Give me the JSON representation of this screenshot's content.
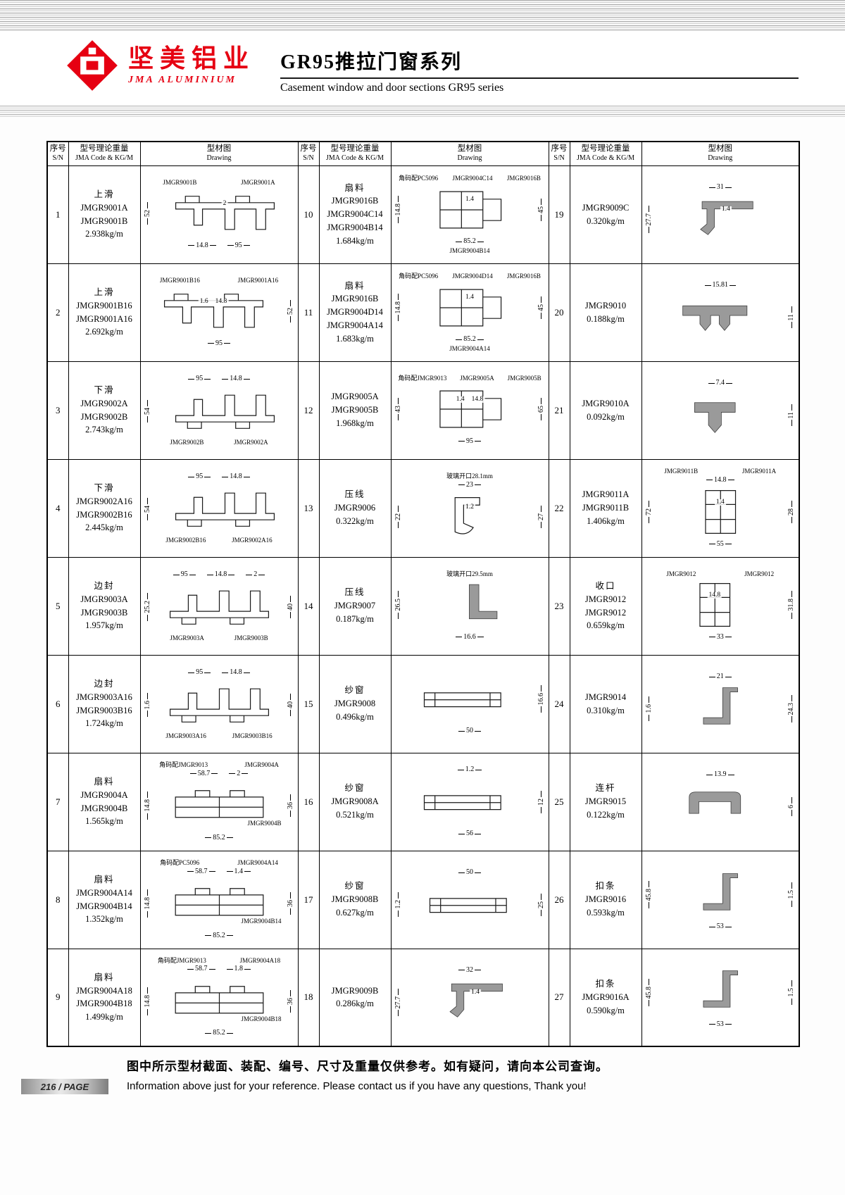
{
  "header": {
    "logo_cn": "坚美铝业",
    "logo_en": "JMA ALUMINIUM",
    "title": "GR95推拉门窗系列",
    "subtitle": "Casement window and door sections GR95 series"
  },
  "table": {
    "headers": {
      "sn_cn": "序号",
      "sn_en": "S/N",
      "code_cn": "型号理论重量",
      "code_en": "JMA Code & KG/M",
      "drawing_cn": "型材图",
      "drawing_en": "Drawing"
    },
    "items": [
      {
        "sn": "1",
        "type": "上滑",
        "codes": [
          "JMGR9001A",
          "JMGR9001B"
        ],
        "weight": "2.938kg/m",
        "shape": "track",
        "top_labels": [
          "JMGR9001B",
          "JMGR9001A"
        ],
        "inner_dims": [
          "2"
        ],
        "left_dims": [
          "52"
        ],
        "bottom_dims": [
          "14.8",
          "95"
        ]
      },
      {
        "sn": "2",
        "type": "上滑",
        "codes": [
          "JMGR9001B16",
          "JMGR9001A16"
        ],
        "weight": "2.692kg/m",
        "shape": "track",
        "top_labels": [
          "JMGR9001B16",
          "JMGR9001A16"
        ],
        "inner_dims": [
          "1.6",
          "14.8"
        ],
        "right_dims": [
          "52"
        ],
        "bottom_dims": [
          "95"
        ]
      },
      {
        "sn": "3",
        "type": "下滑",
        "codes": [
          "JMGR9002A",
          "JMGR9002B"
        ],
        "weight": "2.743kg/m",
        "shape": "track2",
        "top_dims": [
          "95",
          "14.8"
        ],
        "left_dims": [
          "54"
        ],
        "bottom_labels": [
          "JMGR9002B",
          "JMGR9002A"
        ]
      },
      {
        "sn": "4",
        "type": "下滑",
        "codes": [
          "JMGR9002A16",
          "JMGR9002B16"
        ],
        "weight": "2.445kg/m",
        "shape": "track2",
        "top_dims": [
          "95",
          "14.8"
        ],
        "left_dims": [
          "54"
        ],
        "bottom_labels": [
          "JMGR9002B16",
          "JMGR9002A16"
        ]
      },
      {
        "sn": "5",
        "type": "边封",
        "codes": [
          "JMGR9003A",
          "JMGR9003B"
        ],
        "weight": "1.957kg/m",
        "shape": "track2",
        "top_dims": [
          "95",
          "14.8",
          "2"
        ],
        "left_dims": [
          "25.2"
        ],
        "right_dims": [
          "40"
        ],
        "bottom_labels": [
          "JMGR9003A",
          "JMGR9003B"
        ]
      },
      {
        "sn": "6",
        "type": "边封",
        "codes": [
          "JMGR9003A16",
          "JMGR9003B16"
        ],
        "weight": "1.724kg/m",
        "shape": "track2",
        "top_dims": [
          "95",
          "14.8"
        ],
        "left_dims": [
          "1.6"
        ],
        "right_dims": [
          "40"
        ],
        "bottom_labels": [
          "JMGR9003A16",
          "JMGR9003B16"
        ]
      },
      {
        "sn": "7",
        "type": "扇料",
        "codes": [
          "JMGR9004A",
          "JMGR9004B"
        ],
        "weight": "1.565kg/m",
        "shape": "sash",
        "top_labels": [
          "角码配JMGR9013",
          "JMGR9004A"
        ],
        "top_dims": [
          "58.7",
          "2"
        ],
        "left_dims": [
          "14.8"
        ],
        "right_dims": [
          "36"
        ],
        "inner_labels": [
          "JMGR9004B"
        ],
        "bottom_dims": [
          "85.2"
        ]
      },
      {
        "sn": "8",
        "type": "扇料",
        "codes": [
          "JMGR9004A14",
          "JMGR9004B14"
        ],
        "weight": "1.352kg/m",
        "shape": "sash",
        "top_labels": [
          "角码配PC5096",
          "JMGR9004A14"
        ],
        "top_dims": [
          "58.7",
          "1.4"
        ],
        "left_dims": [
          "14.8"
        ],
        "right_dims": [
          "36"
        ],
        "inner_labels": [
          "JMGR9004B14"
        ],
        "bottom_dims": [
          "85.2"
        ]
      },
      {
        "sn": "9",
        "type": "扇料",
        "codes": [
          "JMGR9004A18",
          "JMGR9004B18"
        ],
        "weight": "1.499kg/m",
        "shape": "sash",
        "top_labels": [
          "角码配JMGR9013",
          "JMGR9004A18"
        ],
        "top_dims": [
          "58.7",
          "1.8"
        ],
        "left_dims": [
          "14.8"
        ],
        "right_dims": [
          "36"
        ],
        "inner_labels": [
          "JMGR9004B18"
        ],
        "bottom_dims": [
          "85.2"
        ]
      },
      {
        "sn": "10",
        "type": "扇料",
        "codes": [
          "JMGR9016B",
          "JMGR9004C14",
          "JMGR9004B14"
        ],
        "weight": "1.684kg/m",
        "shape": "sash2",
        "top_labels": [
          "角码配PC5096",
          "JMGR9004C14",
          "JMGR9016B"
        ],
        "inner_dims": [
          "1.4"
        ],
        "left_dims": [
          "14.8"
        ],
        "right_dims": [
          "45"
        ],
        "bottom_dims": [
          "85.2"
        ],
        "bottom_labels": [
          "JMGR9004B14"
        ]
      },
      {
        "sn": "11",
        "type": "扇料",
        "codes": [
          "JMGR9016B",
          "JMGR9004D14",
          "JMGR9004A14"
        ],
        "weight": "1.683kg/m",
        "shape": "sash2",
        "top_labels": [
          "角码配PC5096",
          "JMGR9004D14",
          "JMGR9016B"
        ],
        "inner_dims": [
          "1.4"
        ],
        "left_dims": [
          "14.8"
        ],
        "right_dims": [
          "45"
        ],
        "bottom_dims": [
          "85.2"
        ],
        "bottom_labels": [
          "JMGR9004A14"
        ]
      },
      {
        "sn": "12",
        "codes": [
          "JMGR9005A",
          "JMGR9005B"
        ],
        "weight": "1.968kg/m",
        "shape": "sash2",
        "top_labels": [
          "角码配JMGR9013",
          "JMGR9005A",
          "JMGR9005B"
        ],
        "left_dims": [
          "43"
        ],
        "inner_dims": [
          "1.4",
          "14.8"
        ],
        "right_dims": [
          "65"
        ],
        "bottom_dims": [
          "95"
        ]
      },
      {
        "sn": "13",
        "type": "压线",
        "codes": [
          "JMGR9006"
        ],
        "weight": "0.322kg/m",
        "shape": "bead",
        "top_labels": [
          "玻璃开口28.1mm"
        ],
        "top_dims": [
          "23"
        ],
        "left_dims": [
          "22"
        ],
        "right_dims": [
          "27"
        ],
        "inner_dims": [
          "1.2"
        ]
      },
      {
        "sn": "14",
        "type": "压线",
        "codes": [
          "JMGR9007"
        ],
        "weight": "0.187kg/m",
        "shape": "angle",
        "top_labels": [
          "玻璃开口29.5mm"
        ],
        "left_dims": [
          "26.5"
        ],
        "bottom_dims": [
          "16.6"
        ]
      },
      {
        "sn": "15",
        "type": "纱窗",
        "codes": [
          "JMGR9008"
        ],
        "weight": "0.496kg/m",
        "shape": "screen",
        "right_dims": [
          "16.6"
        ],
        "bottom_dims": [
          "50"
        ]
      },
      {
        "sn": "16",
        "type": "纱窗",
        "codes": [
          "JMGR9008A"
        ],
        "weight": "0.521kg/m",
        "shape": "screen",
        "top_dims": [
          "1.2"
        ],
        "right_dims": [
          "12"
        ],
        "bottom_dims": [
          "56"
        ]
      },
      {
        "sn": "17",
        "type": "纱窗",
        "codes": [
          "JMGR9008B"
        ],
        "weight": "0.627kg/m",
        "shape": "screen",
        "top_dims": [
          "50"
        ],
        "left_dims": [
          "1.2"
        ],
        "right_dims": [
          "25"
        ]
      },
      {
        "sn": "18",
        "codes": [
          "JMGR9009B"
        ],
        "weight": "0.286kg/m",
        "shape": "hook",
        "top_dims": [
          "32"
        ],
        "inner_dims": [
          "1.4"
        ],
        "left_dims": [
          "27.7"
        ]
      },
      {
        "sn": "19",
        "codes": [
          "JMGR9009C"
        ],
        "weight": "0.320kg/m",
        "shape": "hook",
        "top_dims": [
          "31"
        ],
        "inner_dims": [
          "1.4"
        ],
        "left_dims": [
          "27.7"
        ]
      },
      {
        "sn": "20",
        "codes": [
          "JMGR9010"
        ],
        "weight": "0.188kg/m",
        "shape": "prong",
        "top_dims": [
          "15.81"
        ],
        "right_dims": [
          "11"
        ]
      },
      {
        "sn": "21",
        "codes": [
          "JMGR9010A"
        ],
        "weight": "0.092kg/m",
        "shape": "tee",
        "top_dims": [
          "7.4"
        ],
        "right_dims": [
          "11"
        ]
      },
      {
        "sn": "22",
        "codes": [
          "JMGR9011A",
          "JMGR9011B"
        ],
        "weight": "1.406kg/m",
        "shape": "box",
        "top_labels": [
          "JMGR9011B",
          "JMGR9011A"
        ],
        "top_dims": [
          "14.8"
        ],
        "left_dims": [
          "72"
        ],
        "right_dims": [
          "28"
        ],
        "inner_dims": [
          "1.4"
        ],
        "bottom_dims": [
          "55"
        ]
      },
      {
        "sn": "23",
        "type": "收口",
        "codes": [
          "JMGR9012",
          "JMGR9012"
        ],
        "weight": "0.659kg/m",
        "shape": "box",
        "top_labels": [
          "JMGR9012",
          "JMGR9012"
        ],
        "inner_dims": [
          "14.8"
        ],
        "right_dims": [
          "31.8"
        ],
        "bottom_dims": [
          "33"
        ]
      },
      {
        "sn": "24",
        "codes": [
          "JMGR9014"
        ],
        "weight": "0.310kg/m",
        "shape": "ltall",
        "top_dims": [
          "21"
        ],
        "left_dims": [
          "1.6"
        ],
        "right_dims": [
          "24.3"
        ]
      },
      {
        "sn": "25",
        "type": "连杆",
        "codes": [
          "JMGR9015"
        ],
        "weight": "0.122kg/m",
        "shape": "channel",
        "top_dims": [
          "13.9"
        ],
        "right_dims": [
          "6"
        ]
      },
      {
        "sn": "26",
        "type": "扣条",
        "codes": [
          "JMGR9016"
        ],
        "weight": "0.593kg/m",
        "shape": "ltall",
        "left_dims": [
          "45.8"
        ],
        "right_dims": [
          "1.5"
        ],
        "bottom_dims": [
          "53"
        ]
      },
      {
        "sn": "27",
        "type": "扣条",
        "codes": [
          "JMGR9016A"
        ],
        "weight": "0.590kg/m",
        "shape": "ltall",
        "left_dims": [
          "45.8"
        ],
        "right_dims": [
          "1.5"
        ],
        "bottom_dims": [
          "53"
        ]
      }
    ]
  },
  "footer": {
    "note_cn": "图中所示型材截面、装配、编号、尺寸及重量仅供参考。如有疑问，请向本公司查询。",
    "note_en": "Information above just for your reference. Please contact us if you have any questions, Thank you!",
    "page_number": "216 / PAGE"
  }
}
